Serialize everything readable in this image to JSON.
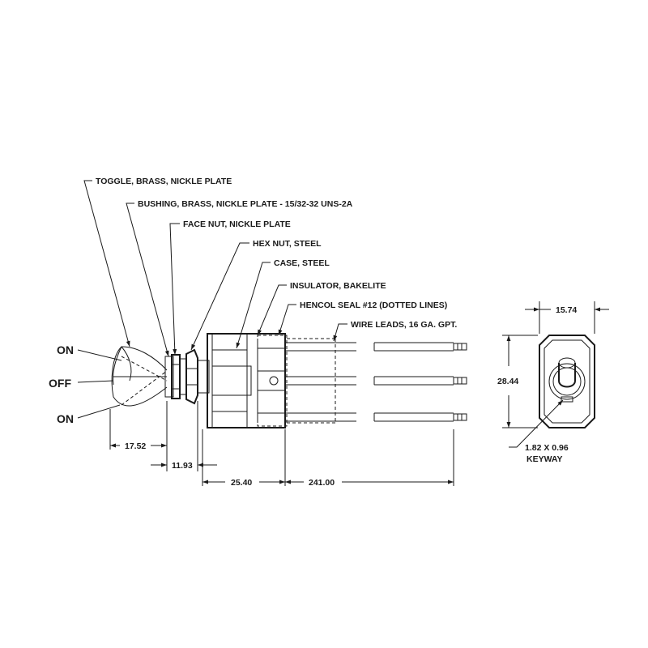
{
  "callouts": {
    "toggle": "TOGGLE, BRASS, NICKLE PLATE",
    "bushing": "BUSHING, BRASS, NICKLE PLATE - 15/32-32 UNS-2A",
    "face_nut": "FACE NUT, NICKLE PLATE",
    "hex_nut": "HEX NUT, STEEL",
    "case": "CASE, STEEL",
    "insulator": "INSULATOR, BAKELITE",
    "seal": "HENCOL SEAL #12 (DOTTED LINES)",
    "wire_leads": "WIRE LEADS, 16 GA. GPT."
  },
  "positions": {
    "on_top": "ON",
    "off": "OFF",
    "on_bottom": "ON"
  },
  "dimensions": {
    "toggle_length": "17.52",
    "bushing_length": "11.93",
    "case_length": "25.40",
    "lead_length": "241.00",
    "width": "15.74",
    "height": "28.44",
    "keyway": "1.82 X 0.96",
    "keyway_label": "KEYWAY"
  }
}
